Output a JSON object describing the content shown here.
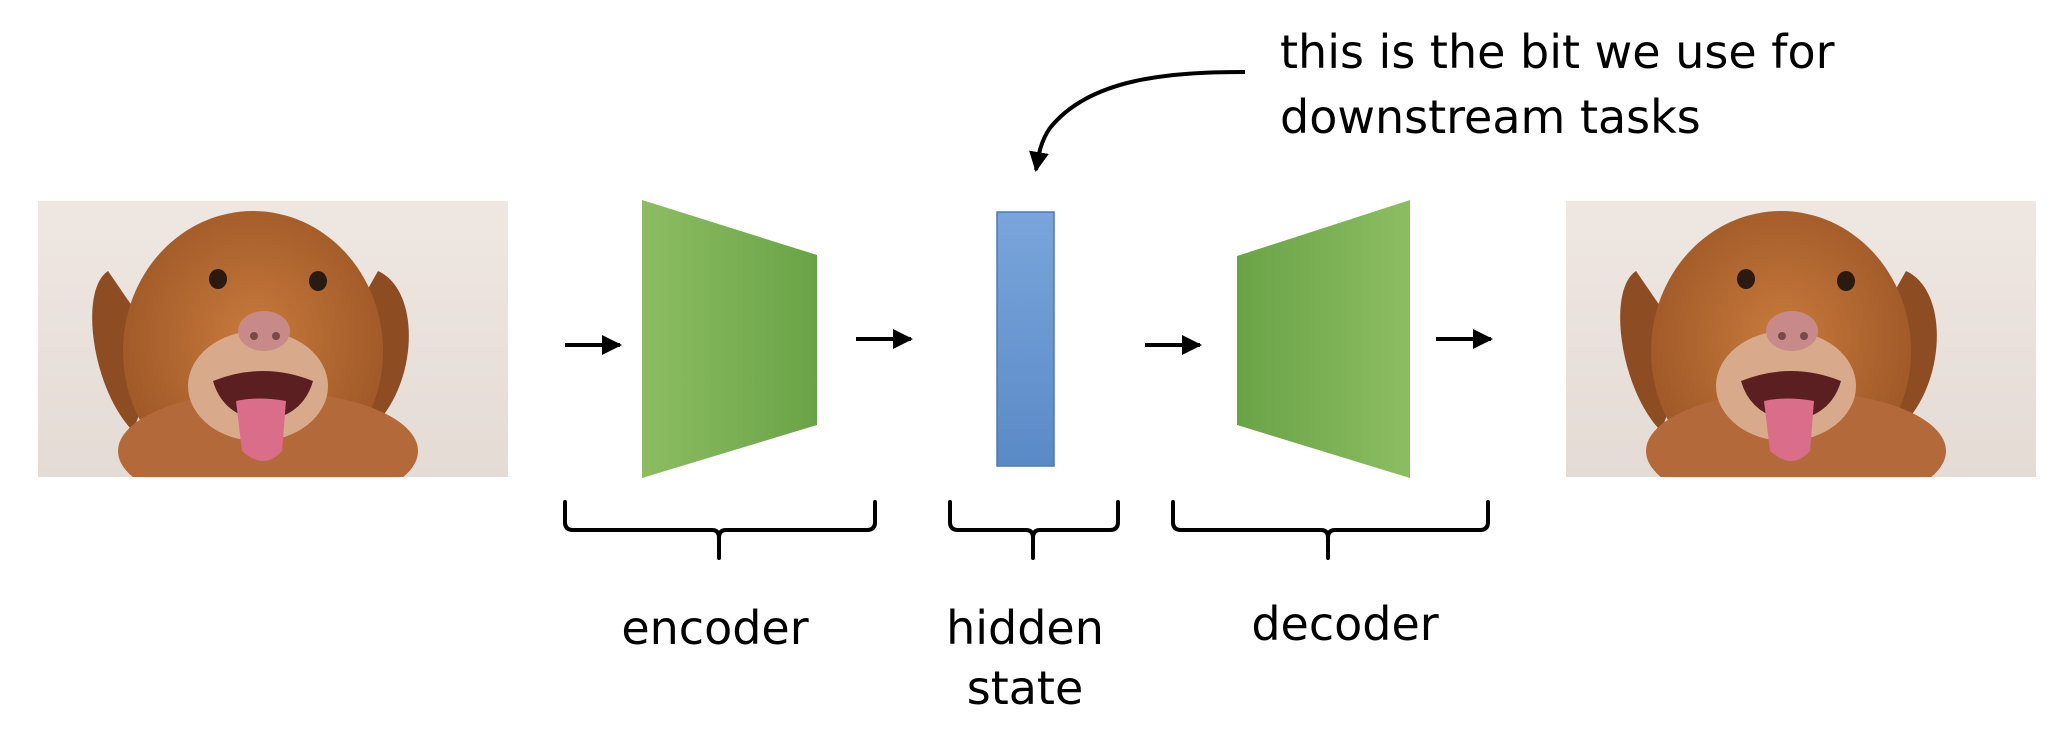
{
  "labels": {
    "encoder": "encoder",
    "hidden_state_line1": "hidden",
    "hidden_state_line2": "state",
    "decoder": "decoder",
    "note_line1": "this is the bit we use for",
    "note_line2": "downstream tasks"
  },
  "images": {
    "input": "dog-photo-input",
    "output": "dog-photo-reconstructed"
  },
  "colors": {
    "encoder_light": "#8dbd63",
    "encoder_dark": "#6aa347",
    "hidden_state_top": "#7aa5dc",
    "hidden_state_bottom": "#5a8ac6",
    "hidden_state_border": "#4a7ab5",
    "arrow": "#000000",
    "background": "#ffffff"
  }
}
